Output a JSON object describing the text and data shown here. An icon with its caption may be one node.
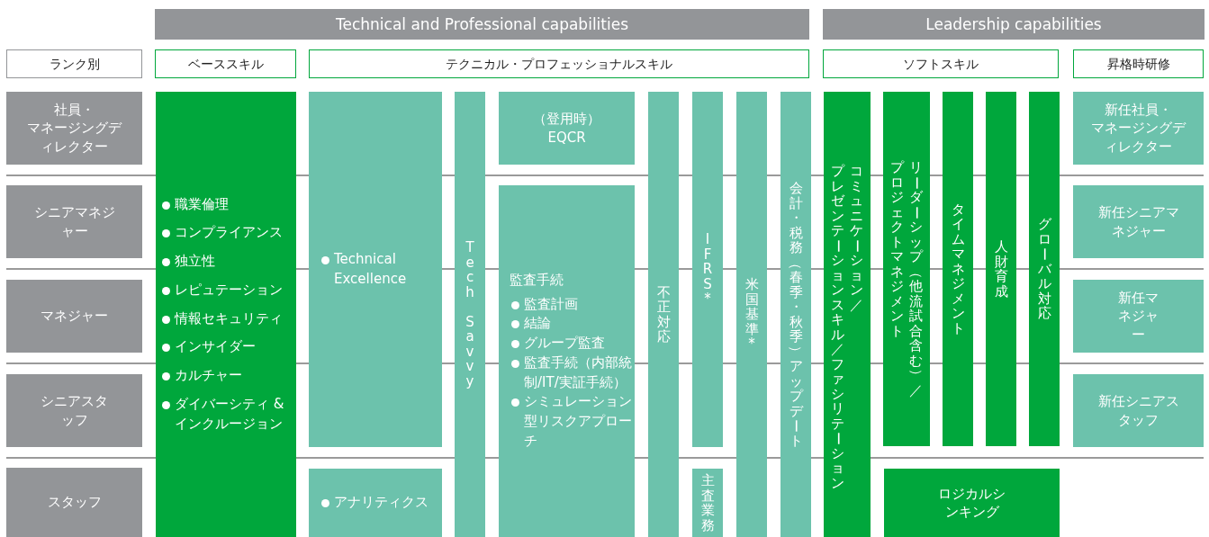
{
  "diagram": {
    "nodes": [
      {
        "text": [
          "Technical and Professional capabilities"
        ]
      },
      {
        "text": [
          "Leadership capabilities"
        ]
      },
      {
        "text": [
          "ランク別"
        ]
      },
      {
        "text": [
          "ベーススキル"
        ]
      },
      {
        "text": [
          "テクニカル・プロフェッショナルスキル"
        ]
      },
      {
        "text": [
          "ソフトスキル"
        ]
      },
      {
        "text": [
          "昇格時研修"
        ]
      },
      {
        "text": [
          "社員・マネージングディレクター"
        ]
      },
      {
        "text": [
          "シニアマネジャー"
        ]
      },
      {
        "text": [
          "マネジャー"
        ]
      },
      {
        "text": [
          "シニアスタッフ"
        ]
      },
      {
        "text": [
          "スタッフ"
        ]
      },
      {
        "text": [
          "職業倫理",
          "コンプライアンス",
          "独立性",
          "レピュテーション",
          "情報セキュリティ",
          "インサイダー",
          "カルチャー",
          "ダイバーシティ & インクルージョン"
        ]
      },
      {
        "text": [
          "Technical Excellence"
        ]
      },
      {
        "text": [
          "アナリティクス"
        ]
      },
      {
        "text": [
          "Tech Savvy"
        ]
      },
      {
        "text": [
          "（登用時）",
          "EQCR"
        ]
      },
      {
        "text": [
          "監査手続",
          "監査計画",
          "結論",
          "グループ監査",
          "監査手続（内部統制/IT/実証手続）",
          "シミュレーション型リスクアプローチ"
        ]
      },
      {
        "text": [
          "不正対応"
        ]
      },
      {
        "text": [
          "IFRS*"
        ]
      },
      {
        "text": [
          "主査業務"
        ]
      },
      {
        "text": [
          "米国基準*"
        ]
      },
      {
        "text": [
          "会計・税務（春季・秋季）アップデート"
        ]
      },
      {
        "text": [
          "コミュニケーション／",
          "プレゼンテーションスキル／ファシリテーション"
        ]
      },
      {
        "text": [
          "リーダーシップ（他流試合含む）／",
          "プロジェクトマネジメント"
        ]
      },
      {
        "text": [
          "タイムマネジメント"
        ]
      },
      {
        "text": [
          "人財育成"
        ]
      },
      {
        "text": [
          "グローバル対応"
        ]
      },
      {
        "text": [
          "ロジカルシンキング"
        ]
      },
      {
        "text": [
          "新任社員・マネージングディレクター"
        ]
      },
      {
        "text": [
          "新任シニアマネジャー"
        ]
      },
      {
        "text": [
          "新任マネジャー"
        ]
      },
      {
        "text": [
          "新任シニアスタッフ"
        ]
      }
    ]
  }
}
